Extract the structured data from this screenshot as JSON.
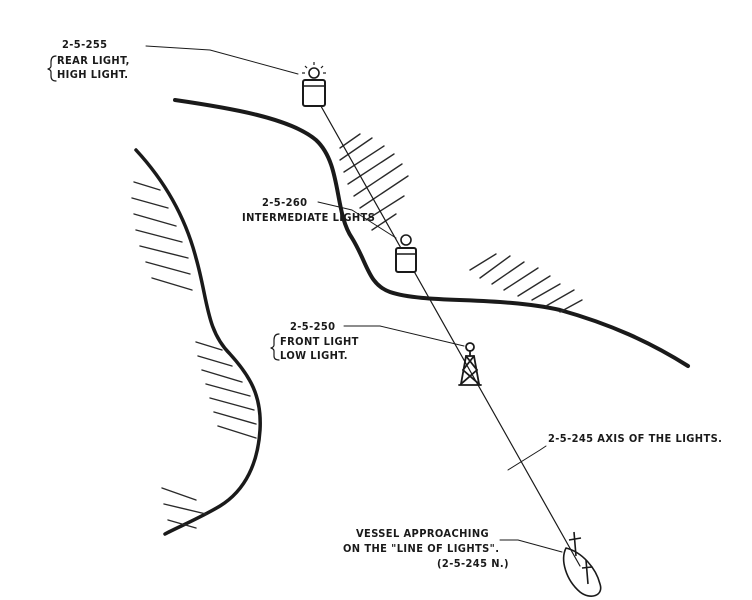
{
  "rear_light": {
    "number": "2-5-255",
    "line1": "REAR LIGHT,",
    "line2": "HIGH LIGHT."
  },
  "intermediate_light": {
    "number": "2-5-260",
    "line1": "INTERMEDIATE LIGHTS"
  },
  "front_light": {
    "number": "2-5-250",
    "line1": "FRONT LIGHT",
    "line2": "LOW LIGHT."
  },
  "axis": {
    "label": "2-5-245 AXIS OF THE LIGHTS."
  },
  "vessel": {
    "line1": "VESSEL APPROACHING",
    "line2": "ON THE \"LINE OF LIGHTS\".",
    "line3": "(2-5-245 N.)"
  }
}
